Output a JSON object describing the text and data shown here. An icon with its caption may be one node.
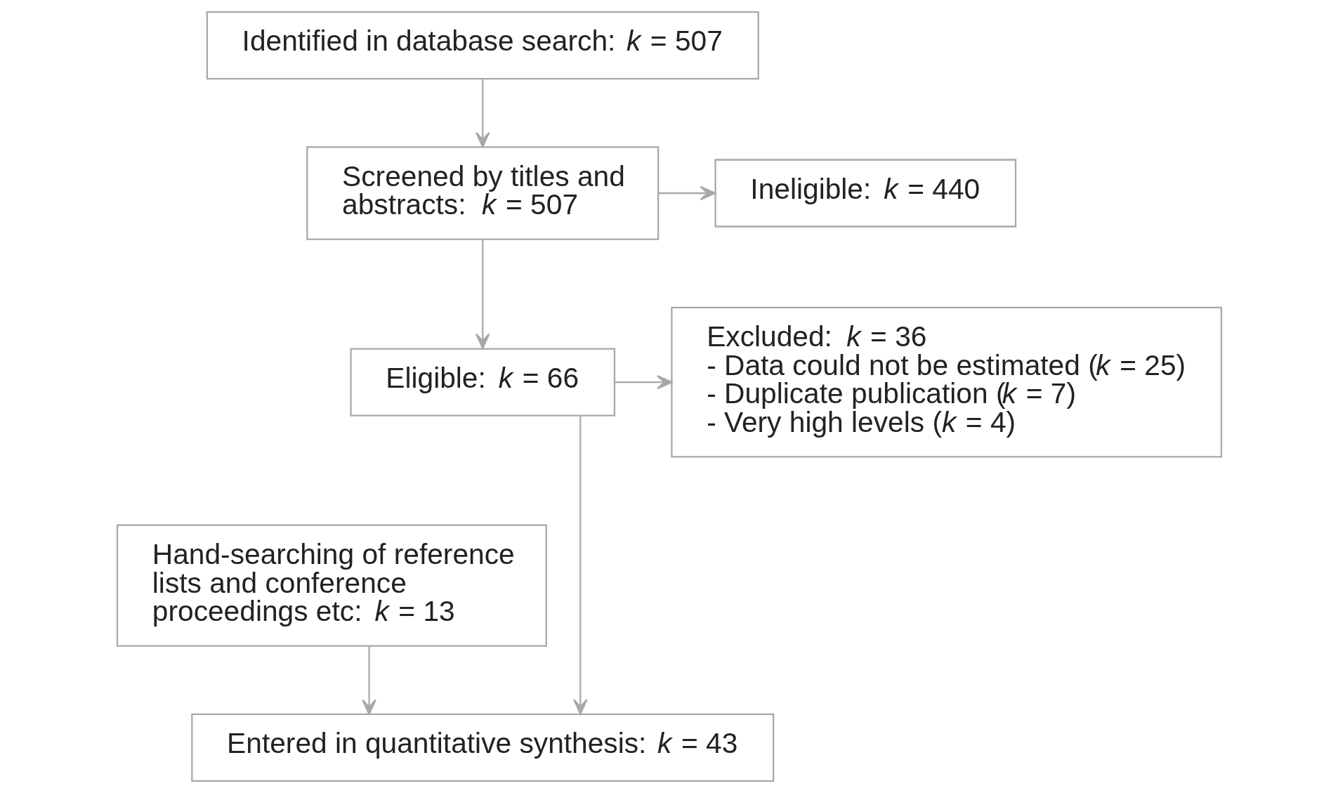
{
  "diagram": {
    "nodes": [
      {
        "text": [
          "Identified in database search: *k* = 507"
        ]
      },
      {
        "text": [
          "Screened by titles and abstracts: *k* = 507"
        ]
      },
      {
        "text": [
          "Ineligible: *k* = 440"
        ]
      },
      {
        "text": [
          "Eligible: *k* = 66"
        ]
      },
      {
        "text": [
          "Excluded: *k* = 36",
          "- Data could not be estimated (*k* = 25)",
          "- Duplicate publication (*k* = 7)",
          "- Very high levels (*k* = 4)"
        ]
      },
      {
        "text": [
          "Hand-searching of reference lists and conference proceedings etc: *k* = 13"
        ]
      },
      {
        "text": [
          "Entered in quantitative synthesis: *k* = 43"
        ]
      }
    ],
    "edges": [
      {
        "from": 0,
        "to": 1,
        "arrow": "to"
      },
      {
        "from": 1,
        "to": 2,
        "arrow": "to"
      },
      {
        "from": 1,
        "to": 3,
        "arrow": "to"
      },
      {
        "from": 3,
        "to": 4,
        "arrow": "to"
      },
      {
        "from": 3,
        "to": 6,
        "arrow": "to"
      },
      {
        "from": 5,
        "to": 6,
        "arrow": "to"
      }
    ]
  }
}
